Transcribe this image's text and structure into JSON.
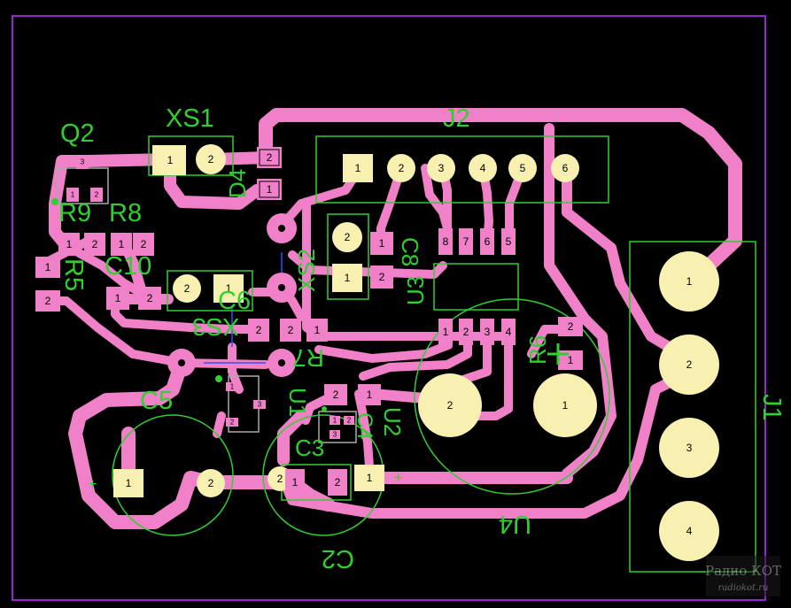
{
  "colors": {
    "background": "#000000",
    "trace": "#f080c8",
    "silkscreen": "#2fd02f",
    "pad": "#f8f0b0",
    "outline": "#9a22d6",
    "jumper": "#3050ff"
  },
  "labels": {
    "q2": "Q2",
    "xs1": "XS1",
    "j2": "J2",
    "d4": "D4",
    "r9": "R9",
    "r8": "R8",
    "r5": "R5",
    "c10": "C10",
    "c6": "C6",
    "xs2": "XS2",
    "xs3": "XS3",
    "c8": "C8",
    "u3": "U3",
    "r6": "R6",
    "r7": "R7",
    "u1": "U1",
    "c4": "C4",
    "u2": "U2",
    "c5": "C5",
    "c3": "C3",
    "c2": "C2",
    "u4": "U4",
    "j1": "J1"
  },
  "pins": {
    "p1": "1",
    "p2": "2",
    "p3": "3",
    "p4": "4",
    "p5": "5",
    "p6": "6",
    "p7": "7",
    "p8": "8"
  },
  "polarity": {
    "plus": "+"
  },
  "watermark": {
    "logo": "Радио КОТ",
    "url": "radiokot.ru"
  }
}
